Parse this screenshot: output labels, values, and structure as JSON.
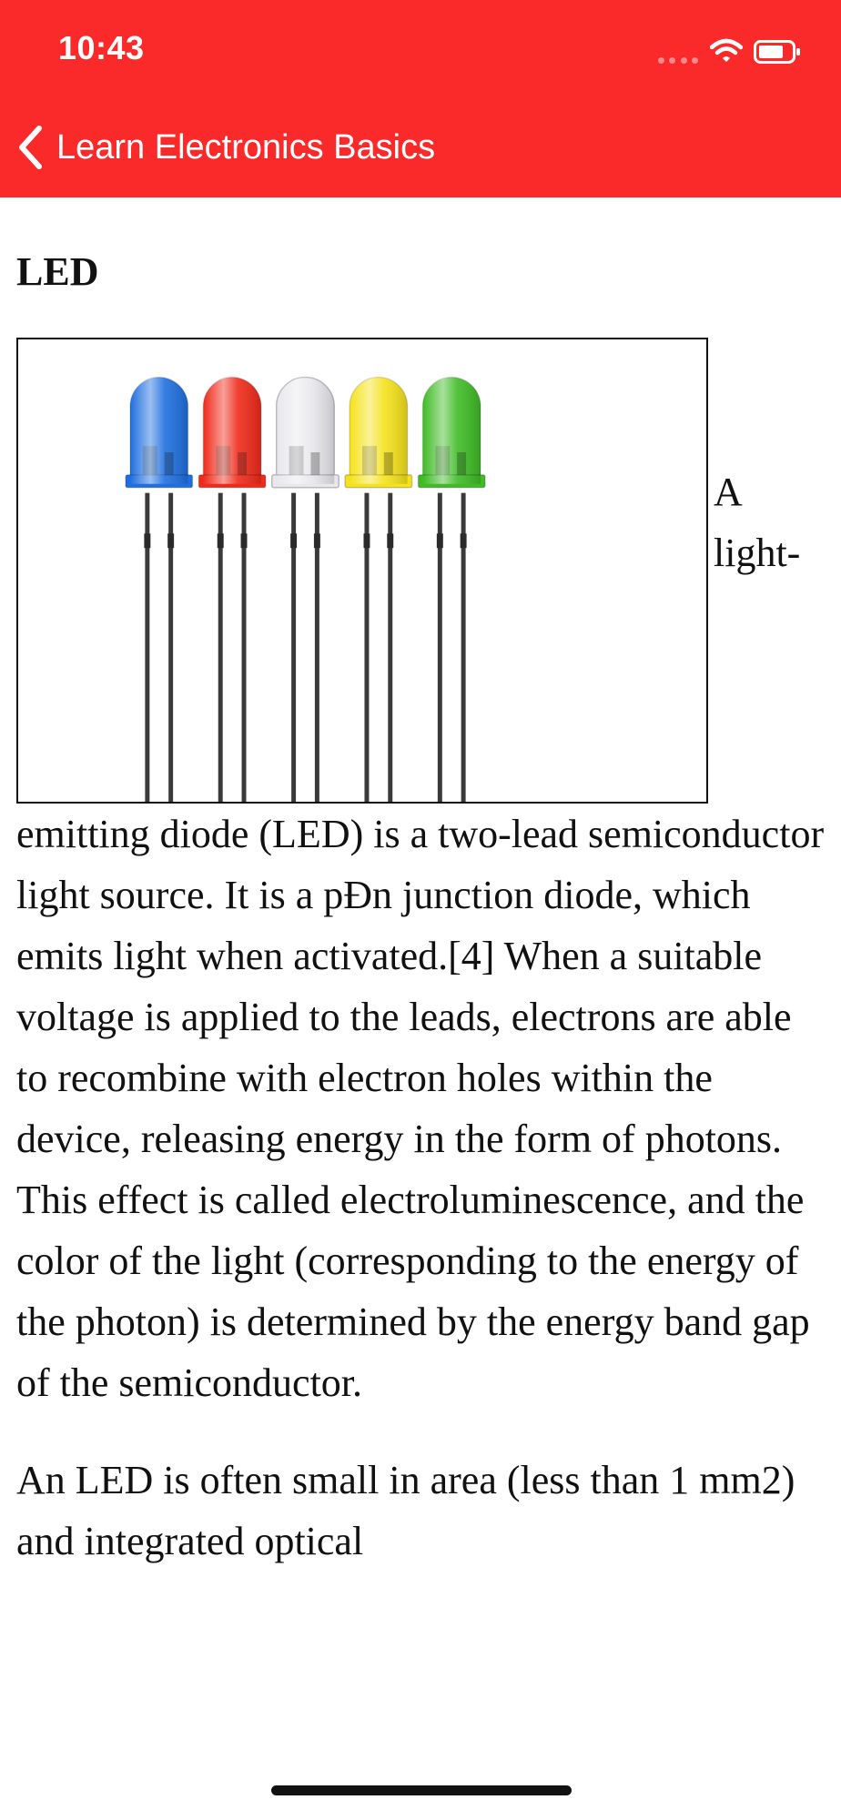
{
  "status_bar": {
    "time": "10:43"
  },
  "nav": {
    "back_label": "Learn Electronics Basics",
    "bar_color": "#fb2a2a"
  },
  "article": {
    "title": "LED",
    "image": {
      "leds": [
        {
          "color": "blue",
          "hex": "#1f6fe0"
        },
        {
          "color": "red",
          "hex": "#f02a1a"
        },
        {
          "color": "white",
          "hex": "#e8e8ec"
        },
        {
          "color": "yellow",
          "hex": "#f5e21a"
        },
        {
          "color": "green",
          "hex": "#3fbb25"
        }
      ]
    },
    "paragraph_1": "A light-emitting diode (LED) is a two-lead semiconductor light source. It is a pÐn junction diode, which emits light when activated.[4] When a suitable voltage is applied to the leads, electrons are able to recombine with electron holes within the device, releasing energy in the form of photons. This effect is called electroluminescence, and the color of the light (corresponding to the energy of the photon) is determined by the energy band gap of the semiconductor.",
    "paragraph_2": "An LED is often small in area (less than 1 mm2) and integrated optical"
  },
  "icons": {
    "back": "chevron-left-icon",
    "signal": "cellular-signal-icon",
    "wifi": "wifi-icon",
    "battery": "battery-icon"
  }
}
